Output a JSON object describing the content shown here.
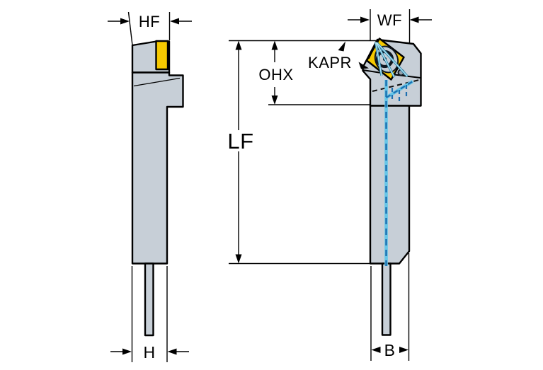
{
  "diagram": {
    "labels": {
      "hf": "HF",
      "wf": "WF",
      "kapr": "KAPR",
      "ohx": "OHX",
      "lf": "LF",
      "h": "H",
      "b": "B"
    },
    "colors": {
      "background": "#ffffff",
      "body": "#c7cfd7",
      "insert": "#f6c900",
      "outline": "#000000",
      "coolant_light": "#66c6e8",
      "coolant_dark": "#1d6fb0",
      "jet_light": "#b5e6f2",
      "jet_dark": "#2c84ac",
      "hardware": "#c6ced6",
      "hardware_dark": "#101820"
    }
  }
}
